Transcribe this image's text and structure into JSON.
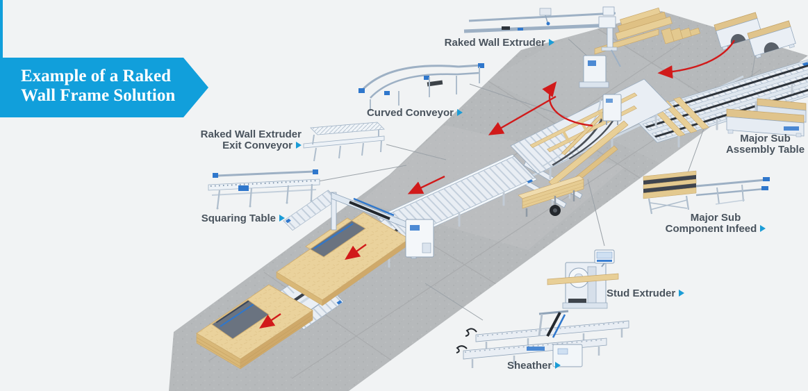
{
  "banner": {
    "title_line1": "Example of a Raked",
    "title_line2": "Wall Frame Solution"
  },
  "labels": {
    "raked_wall_extruder": {
      "text": "Raked Wall Extruder",
      "has_arrow": true
    },
    "curved_conveyor": {
      "text": "Curved Conveyor",
      "has_arrow": true
    },
    "raked_wall_extruder_exit_conveyor": {
      "line1": "Raked Wall Extruder",
      "line2": "Exit Conveyor",
      "has_arrow": true
    },
    "squaring_table": {
      "text": "Squaring Table",
      "has_arrow": true
    },
    "major_sub_assembly_table": {
      "line1": "Major Sub",
      "line2": "Assembly Table",
      "has_arrow": false
    },
    "major_sub_component_infeed": {
      "line1": "Major Sub",
      "line2": "Component Infeed",
      "has_arrow": true
    },
    "stud_extruder": {
      "text": "Stud Extruder",
      "has_arrow": true
    },
    "sheather": {
      "text": "Sheather",
      "has_arrow": true
    }
  },
  "colors": {
    "banner_blue": "#119fdb",
    "label_text": "#49535d",
    "link_arrow_blue": "#1b9cd6",
    "flow_arrow_red": "#d11a1a",
    "floor_gray": "#b6b9bb",
    "wood_tan": "#ead29c",
    "machine_steel": "#e9eef4",
    "machine_accent_blue": "#2f77cc"
  }
}
